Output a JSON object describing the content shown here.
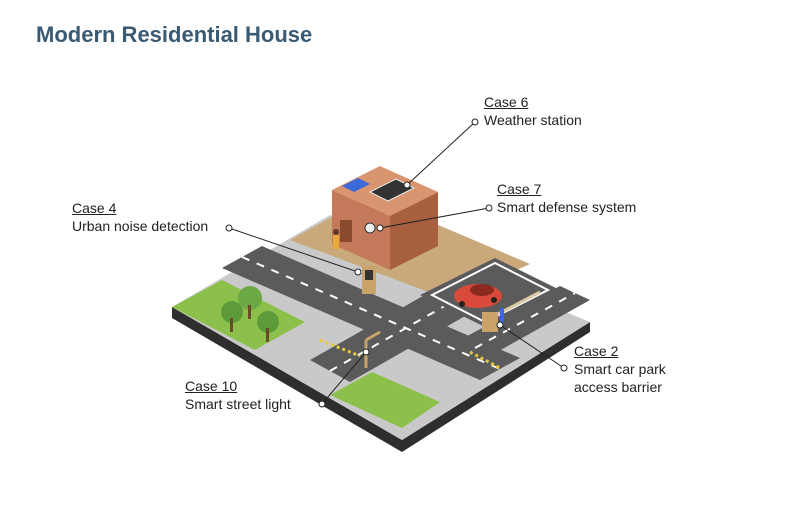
{
  "title": "Modern Residential House",
  "callouts": {
    "case6": {
      "case": "Case 6",
      "desc": "Weather station"
    },
    "case7": {
      "case": "Case 7",
      "desc": "Smart defense system"
    },
    "case4": {
      "case": "Case 4",
      "desc": "Urban noise detection"
    },
    "case2": {
      "case": "Case 2",
      "desc_line1": "Smart car park",
      "desc_line2": "access barrier"
    },
    "case10": {
      "case": "Case 10",
      "desc": "Smart street light"
    }
  },
  "colors": {
    "title": "#3a5a73",
    "road": "#5a5a5a",
    "sidewalk": "#c9c9c9",
    "sand": "#c9a97a",
    "grass": "#8cc04b",
    "house": "#c47a5a",
    "car": "#d94a3a"
  }
}
